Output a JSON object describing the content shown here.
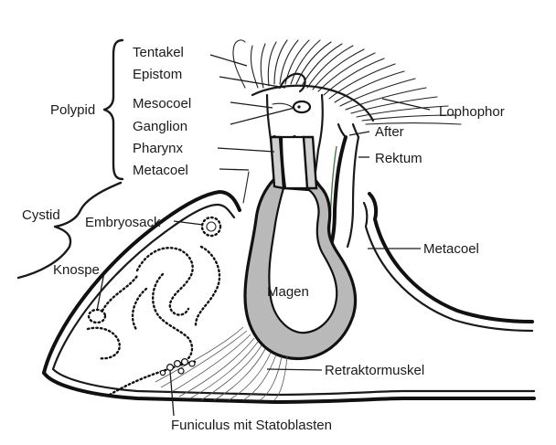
{
  "diagram": {
    "labels": {
      "tentakel": "Tentakel",
      "epistom": "Epistom",
      "mesocoel": "Mesocoel",
      "ganglion": "Ganglion",
      "pharynx": "Pharynx",
      "metacoel_polypid": "Metacoel",
      "polypid": "Polypid",
      "cystid": "Cystid",
      "embryosack": "Embryosack",
      "knospe": "Knospe",
      "magen": "Magen",
      "lophophor": "Lophophor",
      "after": "After",
      "rektum": "Rektum",
      "metacoel_body": "Metacoel",
      "retraktormuskel": "Retraktormuskel",
      "funiculus": "Funiculus mit Statoblasten"
    },
    "style": {
      "ink": "#1a1a1a",
      "stipple_light": "#cfcfcf",
      "stipple_dark": "#b9b9b9",
      "background": "#ffffff"
    }
  }
}
